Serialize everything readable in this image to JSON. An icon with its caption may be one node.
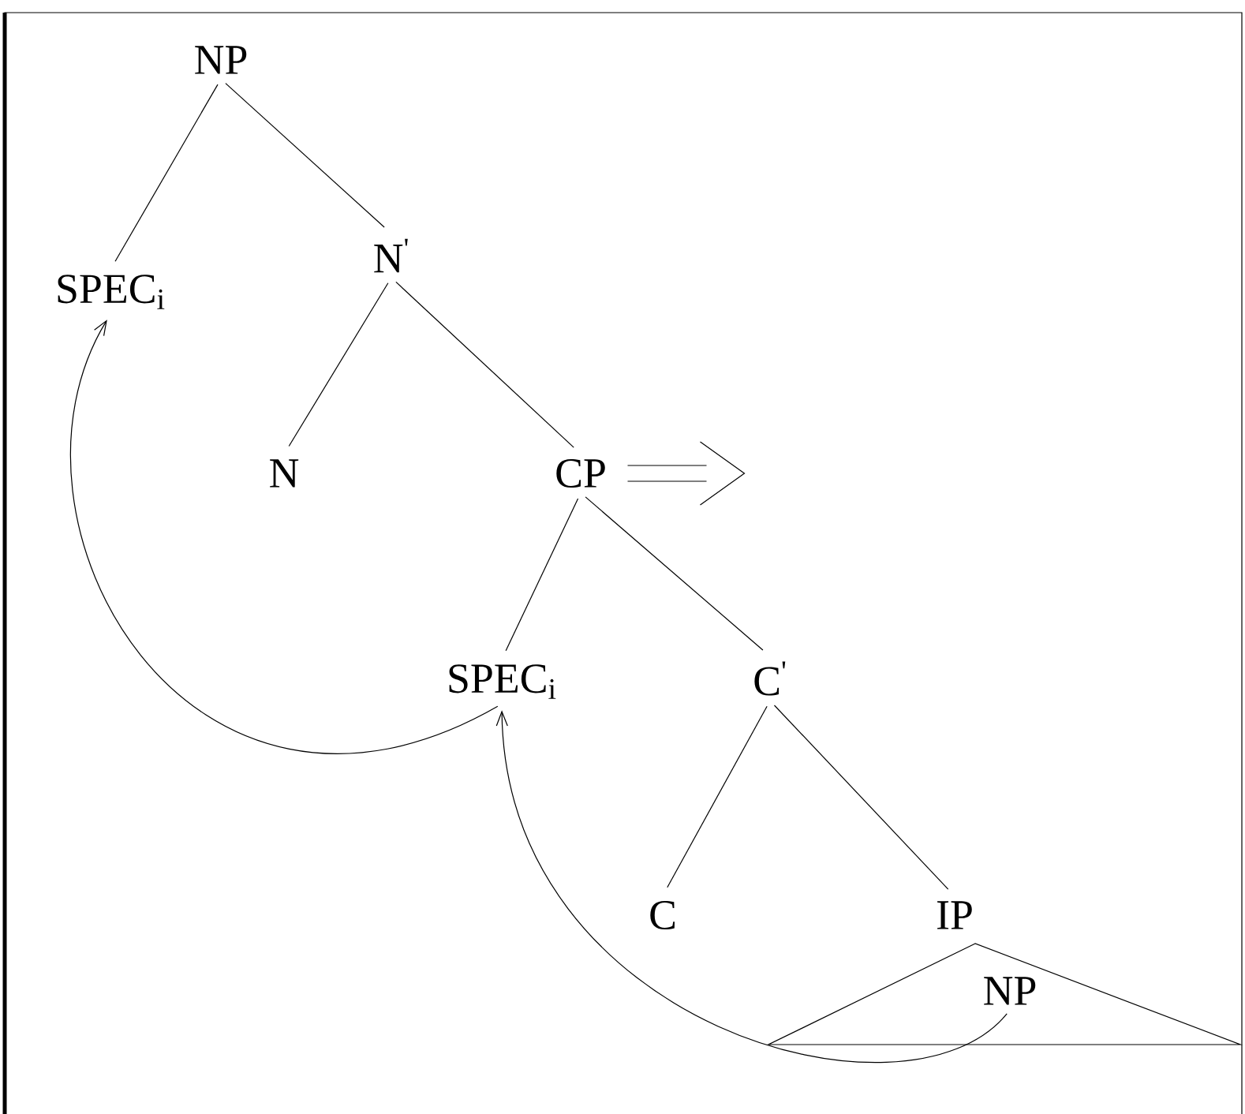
{
  "diagram": {
    "nodes": [
      {
        "text": [
          "NP"
        ]
      },
      {
        "text": [
          "SPEC$_{i}$"
        ]
      },
      {
        "text": [
          "N$^{'}$"
        ]
      },
      {
        "text": [
          "N"
        ]
      },
      {
        "text": [
          "CP"
        ]
      },
      {
        "text": [
          "SPEC$_{i}$"
        ]
      },
      {
        "text": [
          "C$^{'}$"
        ]
      },
      {
        "text": [
          "C"
        ]
      },
      {
        "text": [
          "IP"
        ]
      },
      {
        "text": [
          "NP"
        ]
      }
    ],
    "edges": [
      {
        "from": 0,
        "to": 1,
        "arrow": "none"
      },
      {
        "from": 0,
        "to": 2,
        "arrow": "none"
      },
      {
        "from": 2,
        "to": 3,
        "arrow": "none"
      },
      {
        "from": 2,
        "to": 4,
        "arrow": "none"
      },
      {
        "from": 4,
        "to": 5,
        "arrow": "none"
      },
      {
        "from": 4,
        "to": 6,
        "arrow": "none"
      },
      {
        "from": 6,
        "to": 7,
        "arrow": "none"
      },
      {
        "from": 6,
        "to": 8,
        "arrow": "none"
      },
      {
        "from": 9,
        "to": 5,
        "arrow": "to"
      },
      {
        "from": 5,
        "to": 1,
        "arrow": "to"
      },
      {
        "from": 4,
        "to": null,
        "arrow": "to"
      }
    ]
  }
}
